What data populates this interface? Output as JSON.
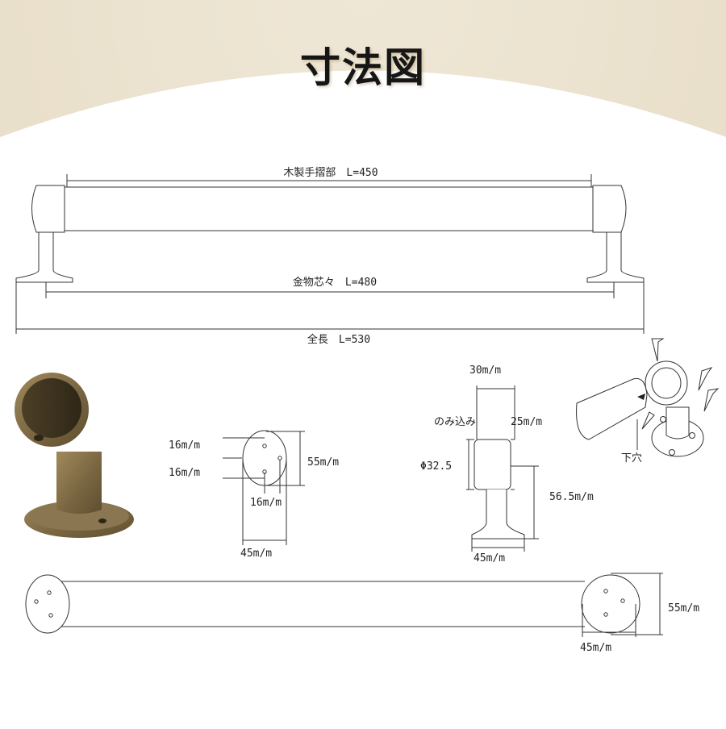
{
  "title": "寸法図",
  "colors": {
    "background_top": "#efe7d6",
    "line": "#333333",
    "bracket_metal": "#7a6641"
  },
  "top_view": {
    "handrail_length": "木製手摺部　L=450",
    "metal_center_length": "金物芯々　L=480",
    "overall_length": "全長　L=530"
  },
  "base_plate": {
    "hole_spacing_upper": "16m/m",
    "hole_spacing_lower": "16m/m",
    "plate_height": "55m/m",
    "hole_offset": "16m/m",
    "plate_width": "45m/m"
  },
  "side_view": {
    "socket_width": "30m/m",
    "insertion_depth_label": "のみ込み",
    "insertion_depth": "25m/m",
    "socket_diameter": "Φ32.5",
    "height": "56.5m/m",
    "base_width": "45m/m"
  },
  "mounting_view": {
    "pilot_hole_label": "下穴"
  },
  "bottom_view": {
    "plate_height": "55m/m",
    "plate_width": "45m/m"
  }
}
